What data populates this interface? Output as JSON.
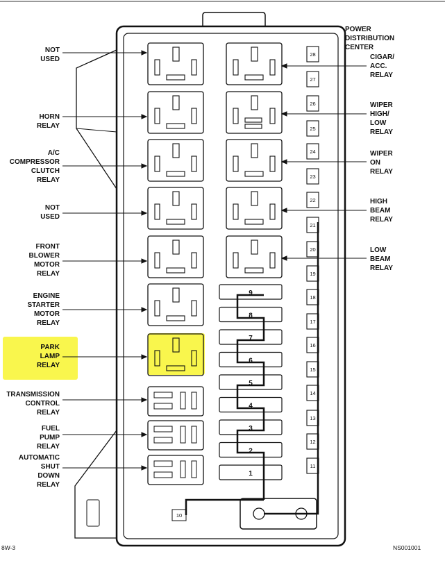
{
  "header": {
    "title_lines": [
      "POWER",
      "DISTRIBUTION",
      "CENTER"
    ]
  },
  "left_labels": [
    {
      "lines": [
        "NOT",
        "USED"
      ]
    },
    {
      "lines": [
        "HORN",
        "RELAY"
      ]
    },
    {
      "lines": [
        "A/C",
        "COMPRESSOR",
        "CLUTCH",
        "RELAY"
      ]
    },
    {
      "lines": [
        "NOT",
        "USED"
      ]
    },
    {
      "lines": [
        "FRONT",
        "BLOWER",
        "MOTOR",
        "RELAY"
      ]
    },
    {
      "lines": [
        "ENGINE",
        "STARTER",
        "MOTOR",
        "RELAY"
      ]
    },
    {
      "lines": [
        "PARK",
        "LAMP",
        "RELAY"
      ]
    },
    {
      "lines": [
        "TRANSMISSION",
        "CONTROL",
        "RELAY"
      ]
    },
    {
      "lines": [
        "FUEL",
        "PUMP",
        "RELAY"
      ]
    },
    {
      "lines": [
        "AUTOMATIC",
        "SHUT",
        "DOWN",
        "RELAY"
      ]
    }
  ],
  "right_labels": [
    {
      "lines": [
        "CIGAR/",
        "ACC.",
        "RELAY"
      ]
    },
    {
      "lines": [
        "WIPER",
        "HIGH/",
        "LOW",
        "RELAY"
      ]
    },
    {
      "lines": [
        "WIPER",
        "ON",
        "RELAY"
      ]
    },
    {
      "lines": [
        "HIGH",
        "BEAM",
        "RELAY"
      ]
    },
    {
      "lines": [
        "LOW",
        "BEAM",
        "RELAY"
      ]
    }
  ],
  "fuse_numbers": [
    "1",
    "2",
    "3",
    "4",
    "5",
    "6",
    "7",
    "8",
    "9"
  ],
  "slot_numbers": [
    "28",
    "27",
    "26",
    "25",
    "24",
    "23",
    "22",
    "21",
    "20",
    "19",
    "18",
    "17",
    "16",
    "15",
    "14",
    "13",
    "12",
    "11"
  ],
  "bottom_slot": "10",
  "footer": {
    "left_code": "8W-3",
    "right_code": "NS001001"
  },
  "highlight_color": "#f8f53a"
}
